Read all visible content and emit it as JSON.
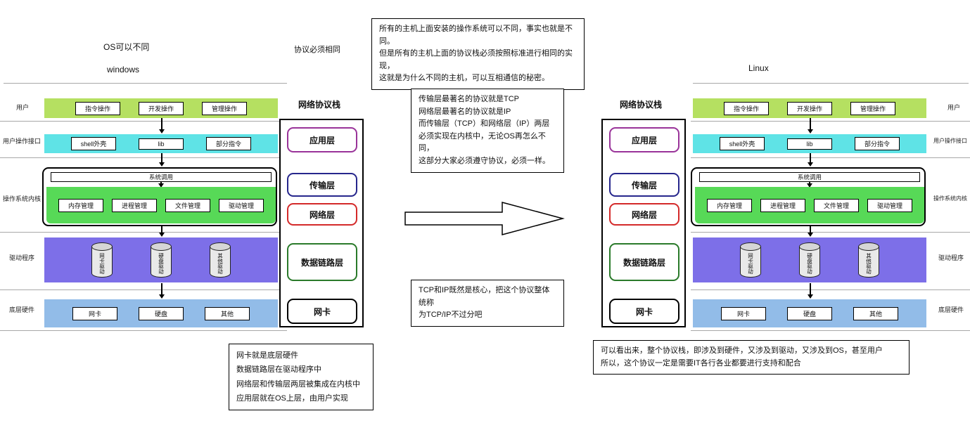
{
  "headers": {
    "os_note": "OS可以不同",
    "left_os": "windows",
    "right_os": "Linux",
    "protocol_note": "协议必须相同",
    "protocol_stack_title": "网络协议栈"
  },
  "row_labels": [
    "用户",
    "用户操作接口",
    "操作系统内核",
    "驱动程序",
    "底层硬件"
  ],
  "os_stack": {
    "user_ops": [
      "指令操作",
      "开发操作",
      "管理操作"
    ],
    "interface_items": [
      "shell外壳",
      "lib",
      "部分指令"
    ],
    "syscall_label": "系统调用",
    "kernel_modules": [
      "内存管理",
      "进程管理",
      "文件管理",
      "驱动管理"
    ],
    "drivers": [
      "网卡驱动",
      "硬盘驱动",
      "其他驱动"
    ],
    "hardware": [
      "网卡",
      "硬盘",
      "其他"
    ]
  },
  "protocol_layers": [
    {
      "label": "应用层",
      "border_color": "#993399"
    },
    {
      "label": "传输层",
      "border_color": "#26268c"
    },
    {
      "label": "网络层",
      "border_color": "#d42a2a"
    },
    {
      "label": "数据链路层",
      "border_color": "#2a7a2a"
    },
    {
      "label": "网卡",
      "border_color": "#000000"
    }
  ],
  "notes": {
    "top": "所有的主机上面安装的操作系统可以不同，事实也就是不同。\n但是所有的主机上面的协议栈必须按照标准进行相同的实现，\n这就是为什么不同的主机，可以互相通信的秘密。",
    "tcp_ip_core": "传输层最著名的协议就是TCP\n网络层最著名的协议就是IP\n而传输层（TCP）和网络层（IP）两层\n必须实现在内核中，无论OS再怎么不同，\n这部分大家必须遵守协议，必须一样。",
    "tcp_ip_name": "TCP和IP既然是核心，把这个协议整体统称\n为TCP/IP不过分吧",
    "layer_mapping": "网卡就是底层硬件\n数据链路层在驱动程序中\n网络层和传输层两层被集成在内核中\n应用层就在OS上层，由用户实现",
    "summary": "可以看出来，整个协议栈，即涉及到硬件，又涉及到驱动，又涉及到OS，甚至用户\n所以，这个协议一定是需要IT各行各业都要进行支持和配合"
  },
  "colors": {
    "user_bar": "#b5e061",
    "interface_bar": "#5fe3e6",
    "kernel_fill": "#57d957",
    "driver_fill": "#7d6fe8",
    "hardware_bar": "#92bce8"
  }
}
